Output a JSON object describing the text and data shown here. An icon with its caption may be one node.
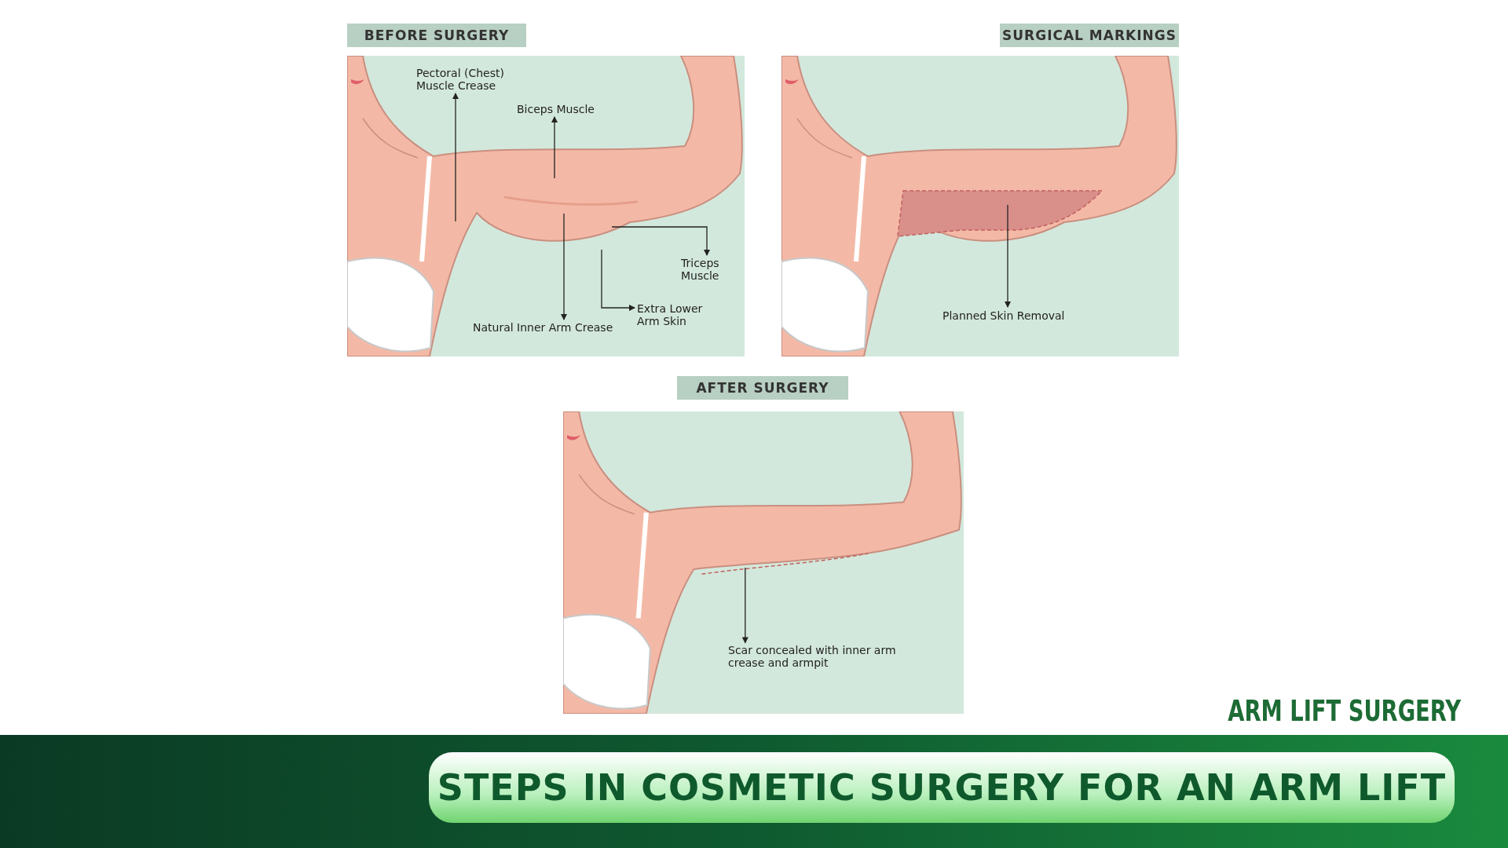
{
  "diagram": {
    "title": "STEPS IN COSMETIC SURGERY FOR AN ARM LIFT",
    "nodes": [
      {
        "text": [
          "BEFORE SURGERY"
        ]
      },
      {
        "text": [
          "Pectoral (Chest) Muscle Crease"
        ],
        "in": 0
      },
      {
        "text": [
          "Biceps Muscle"
        ],
        "in": 0
      },
      {
        "text": [
          "Triceps Muscle"
        ],
        "in": 0
      },
      {
        "text": [
          "Extra Lower Arm Skin"
        ],
        "in": 0
      },
      {
        "text": [
          "Natural Inner Arm Crease"
        ],
        "in": 0
      },
      {
        "text": [
          "SURGICAL MARKINGS"
        ]
      },
      {
        "text": [
          "Planned Skin Removal"
        ],
        "in": 6
      },
      {
        "text": [
          "AFTER SURGERY"
        ]
      },
      {
        "text": [
          "Scar concealed with inner arm crease and armpit"
        ],
        "in": 8
      }
    ],
    "edges": [
      {
        "from": null,
        "to": 1,
        "arrow": "to"
      },
      {
        "from": null,
        "to": 2,
        "arrow": "to"
      },
      {
        "from": null,
        "to": 3,
        "arrow": "to"
      },
      {
        "from": null,
        "to": 4,
        "arrow": "to"
      },
      {
        "from": null,
        "to": 5,
        "arrow": "to"
      },
      {
        "from": null,
        "to": 7,
        "arrow": "to"
      },
      {
        "from": null,
        "to": 9,
        "arrow": "to"
      }
    ],
    "labels": [
      "ARM LIFT SURGERY"
    ]
  }
}
